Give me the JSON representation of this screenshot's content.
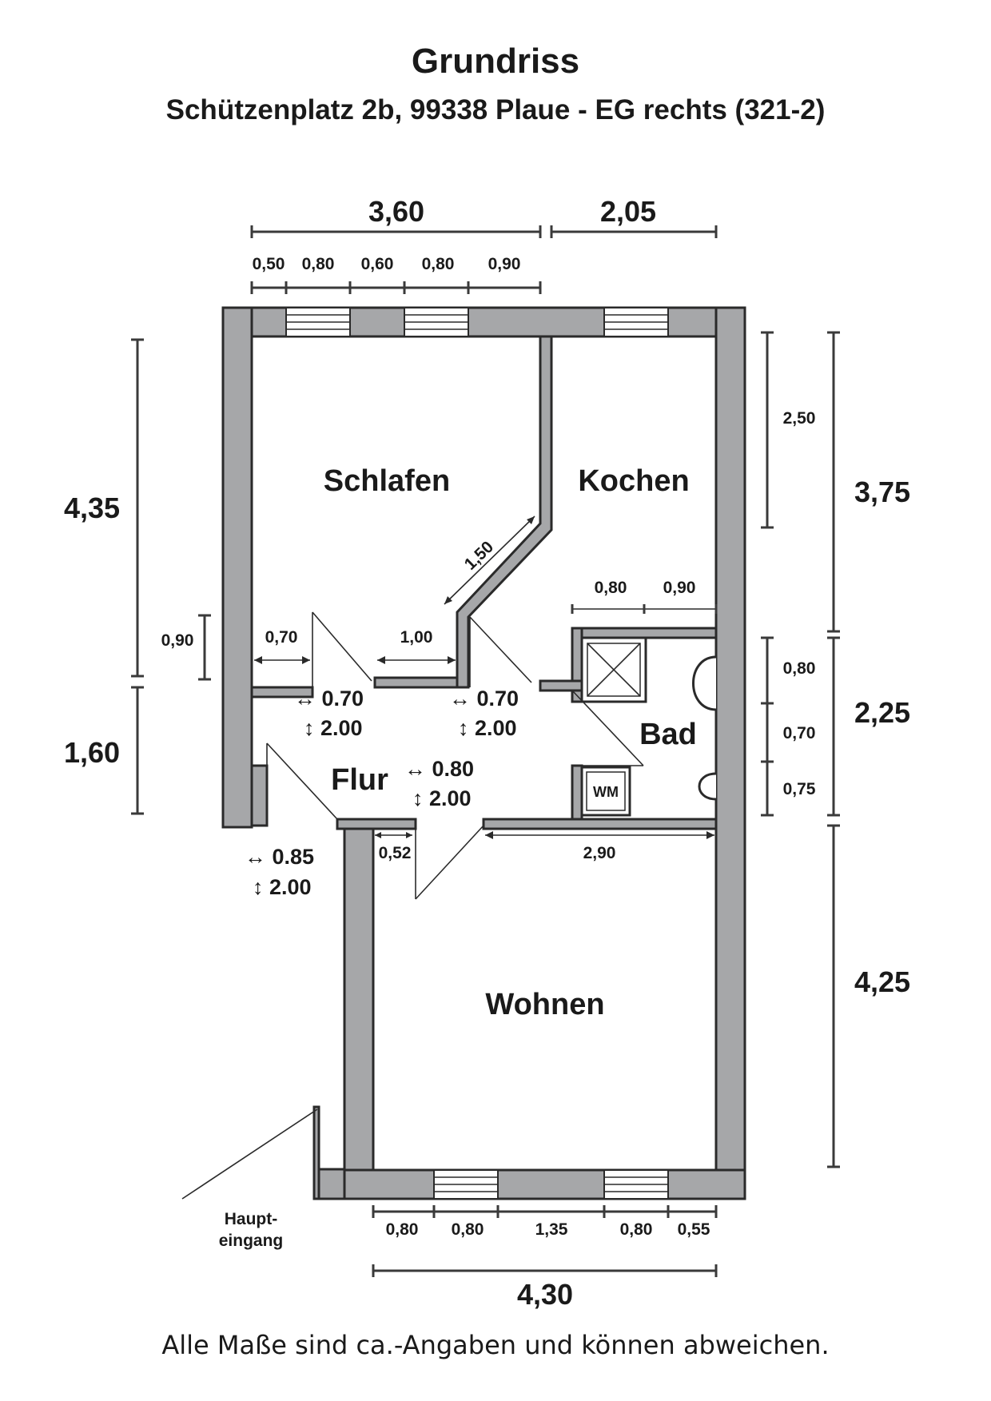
{
  "title": "Grundriss",
  "subtitle": "Schützenplatz 2b, 99338 Plaue - EG rechts (321-2)",
  "footer": "Alle Maße sind ca.-Angaben und können abweichen.",
  "rooms": {
    "schlafen": "Schlafen",
    "kochen": "Kochen",
    "bad": "Bad",
    "flur": "Flur",
    "wohnen": "Wohnen"
  },
  "dimensions": {
    "top_total_left": "3,60",
    "top_total_right": "2,05",
    "top_segments": [
      "0,50",
      "0,80",
      "0,60",
      "0,80",
      "0,90"
    ],
    "bottom_segments": [
      "0,80",
      "0,80",
      "1,35",
      "0,80",
      "0,55"
    ],
    "bottom_total": "4,30",
    "left_upper": "4,35",
    "left_lower": "1,60",
    "left_small": "0,90",
    "right_inner_top": "2,50",
    "right_upper": "3,75",
    "right_mid": "2,25",
    "right_lower": "4,25",
    "bad_segments": [
      "0,80",
      "0,70",
      "0,75"
    ],
    "kochen_segments": [
      "0,80",
      "0,90"
    ],
    "schlafen_wall_1": "0,70",
    "schlafen_wall_2": "1,00",
    "diagonal_wall": "1,50",
    "flur_gap": "0,52",
    "wohnen_wall": "2,90"
  },
  "doors": {
    "schlafen_w": "↔ 0.70",
    "schlafen_h": "↕ 2.00",
    "kochen_w": "↔ 0.70",
    "kochen_h": "↕ 2.00",
    "wohnen_w": "↔ 0.80",
    "wohnen_h": "↕ 2.00",
    "entrance_w": "↔ 0.85",
    "entrance_h": "↕ 2.00"
  },
  "appliances": {
    "washer": "WM"
  },
  "entrance": {
    "line1": "Haupt-",
    "line2": "eingang"
  },
  "colors": {
    "wall": "#a6a7a9",
    "outline": "#2a2a2a",
    "text": "#1a1a1a"
  }
}
